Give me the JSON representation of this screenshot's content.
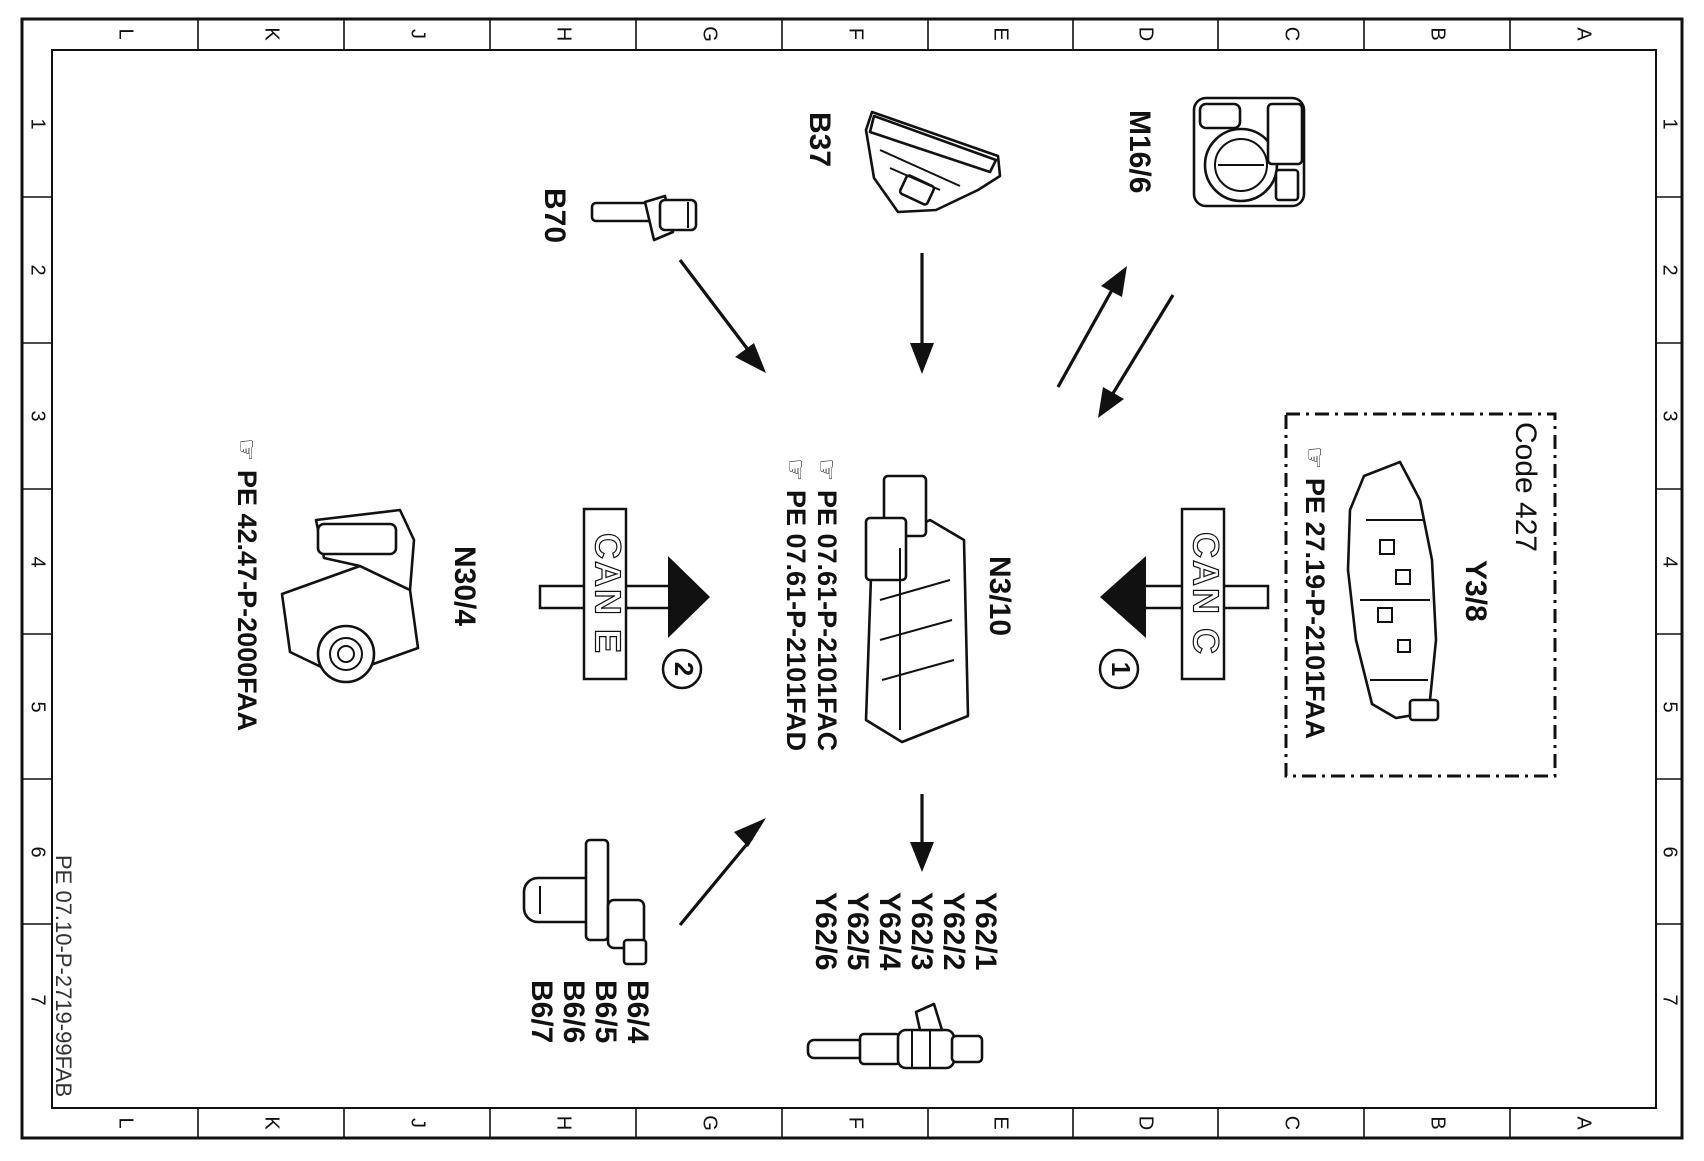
{
  "drawing_id": "PE 07.10-P-2719-99FAB",
  "grid": {
    "column_letters": [
      "L",
      "K",
      "J",
      "H",
      "G",
      "F",
      "E",
      "D",
      "C",
      "B",
      "A"
    ],
    "row_numbers": [
      "1",
      "2",
      "3",
      "4",
      "5",
      "6",
      "7"
    ]
  },
  "components": {
    "b70": {
      "label": "B70"
    },
    "b37": {
      "label": "B37"
    },
    "m16_6": {
      "label": "M16/6"
    },
    "n30_4": {
      "label": "N30/4",
      "ref": "PE  42.47-P-2000FAA"
    },
    "n3_10": {
      "label": "N3/10",
      "refs": [
        "PE  07.61-P-2101FAC",
        "PE  07.61-P-2101FAD"
      ]
    },
    "y3_8": {
      "label": "Y3/8",
      "code": "Code  427",
      "ref": "PE  27.19-P-2101FAA"
    },
    "b6": {
      "labels": [
        "B6/4",
        "B6/5",
        "B6/6",
        "B6/7"
      ]
    },
    "y62": {
      "labels": [
        "Y62/1",
        "Y62/2",
        "Y62/3",
        "Y62/4",
        "Y62/5",
        "Y62/6"
      ]
    }
  },
  "buses": {
    "can_e": {
      "label": "CAN  E",
      "marker": "2"
    },
    "can_c": {
      "label": "CAN  C",
      "marker": "1"
    }
  }
}
